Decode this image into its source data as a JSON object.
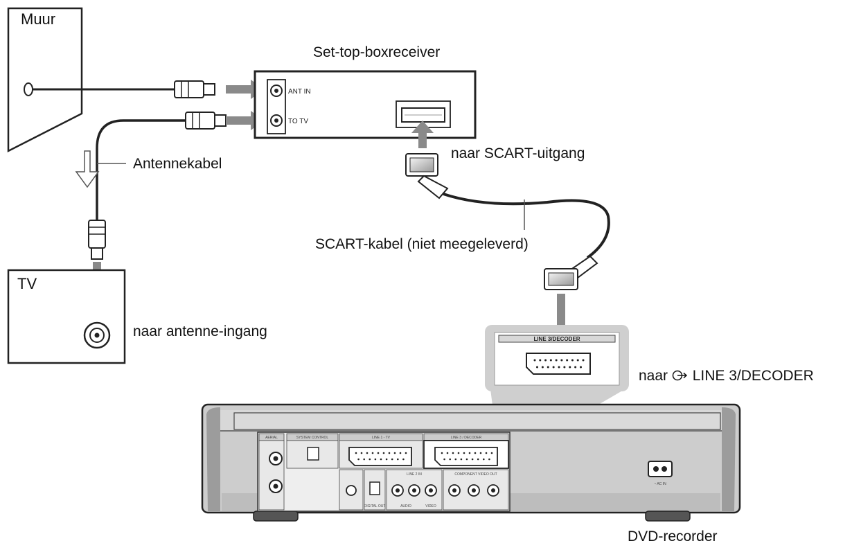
{
  "wall": {
    "label": "Muur"
  },
  "stb": {
    "title": "Set-top-boxreceiver",
    "port_ant_in": "ANT IN",
    "port_to_tv": "TO TV"
  },
  "tv": {
    "label": "TV"
  },
  "labels": {
    "antenna_cable": "Antennekabel",
    "to_antenna_input": "naar antenne-ingang",
    "to_scart_output": "naar SCART-uitgang",
    "scart_cable": "SCART-kabel (niet meegeleverd)",
    "to_line3_prefix": "naar",
    "to_line3": "LINE 3/DECODER",
    "dvd_recorder": "DVD-recorder"
  },
  "zoom": {
    "panel_label": "LINE 3/DECODER"
  },
  "recorder_panel": {
    "aerial": "AERIAL",
    "system_control": "SYSTEM CONTROL",
    "line1_tv": "LINE 1 - TV",
    "line3_decoder": "LINE 3 / DECODER",
    "line2_in": "LINE 2 IN",
    "component_out": "COMPONENT VIDEO OUT",
    "digital_out": "DIGITAL OUT",
    "audio": "AUDIO",
    "video": "VIDEO",
    "ac_in": "~ AC IN"
  }
}
